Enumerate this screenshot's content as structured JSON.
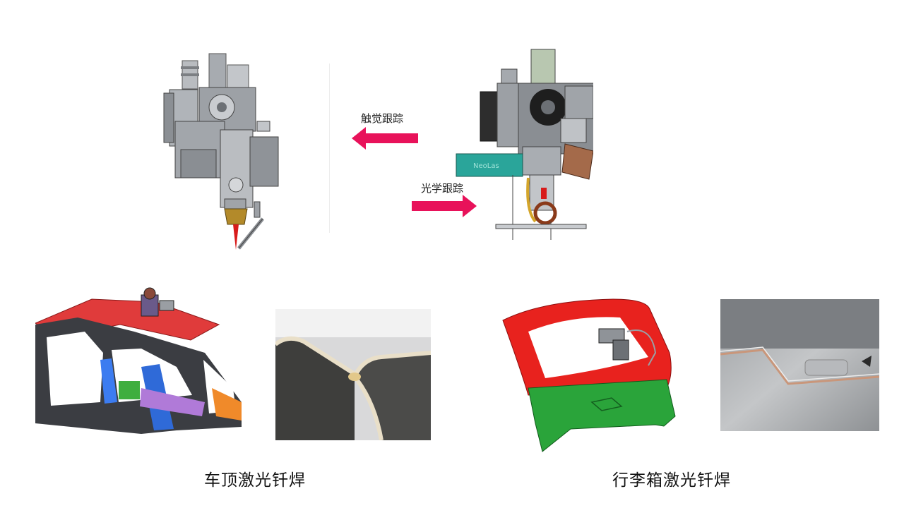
{
  "colors": {
    "arrow": "#e8125a",
    "roof_red": "#e03b3b",
    "trunk_red": "#e8221e",
    "trunk_green": "#2aa43a",
    "gray_metal": "#8e9297",
    "teal_box": "#2aa59a"
  },
  "labels": {
    "tactile": "触觉跟踪",
    "optical": "光学跟踪"
  },
  "captions": {
    "roof": "车顶激光钎焊",
    "trunk": "行李箱激光钎焊"
  },
  "device": {
    "brand_plate": "NeoLas"
  },
  "icons": {
    "left_arrow": "arrow-left-icon",
    "right_arrow": "arrow-right-icon"
  }
}
